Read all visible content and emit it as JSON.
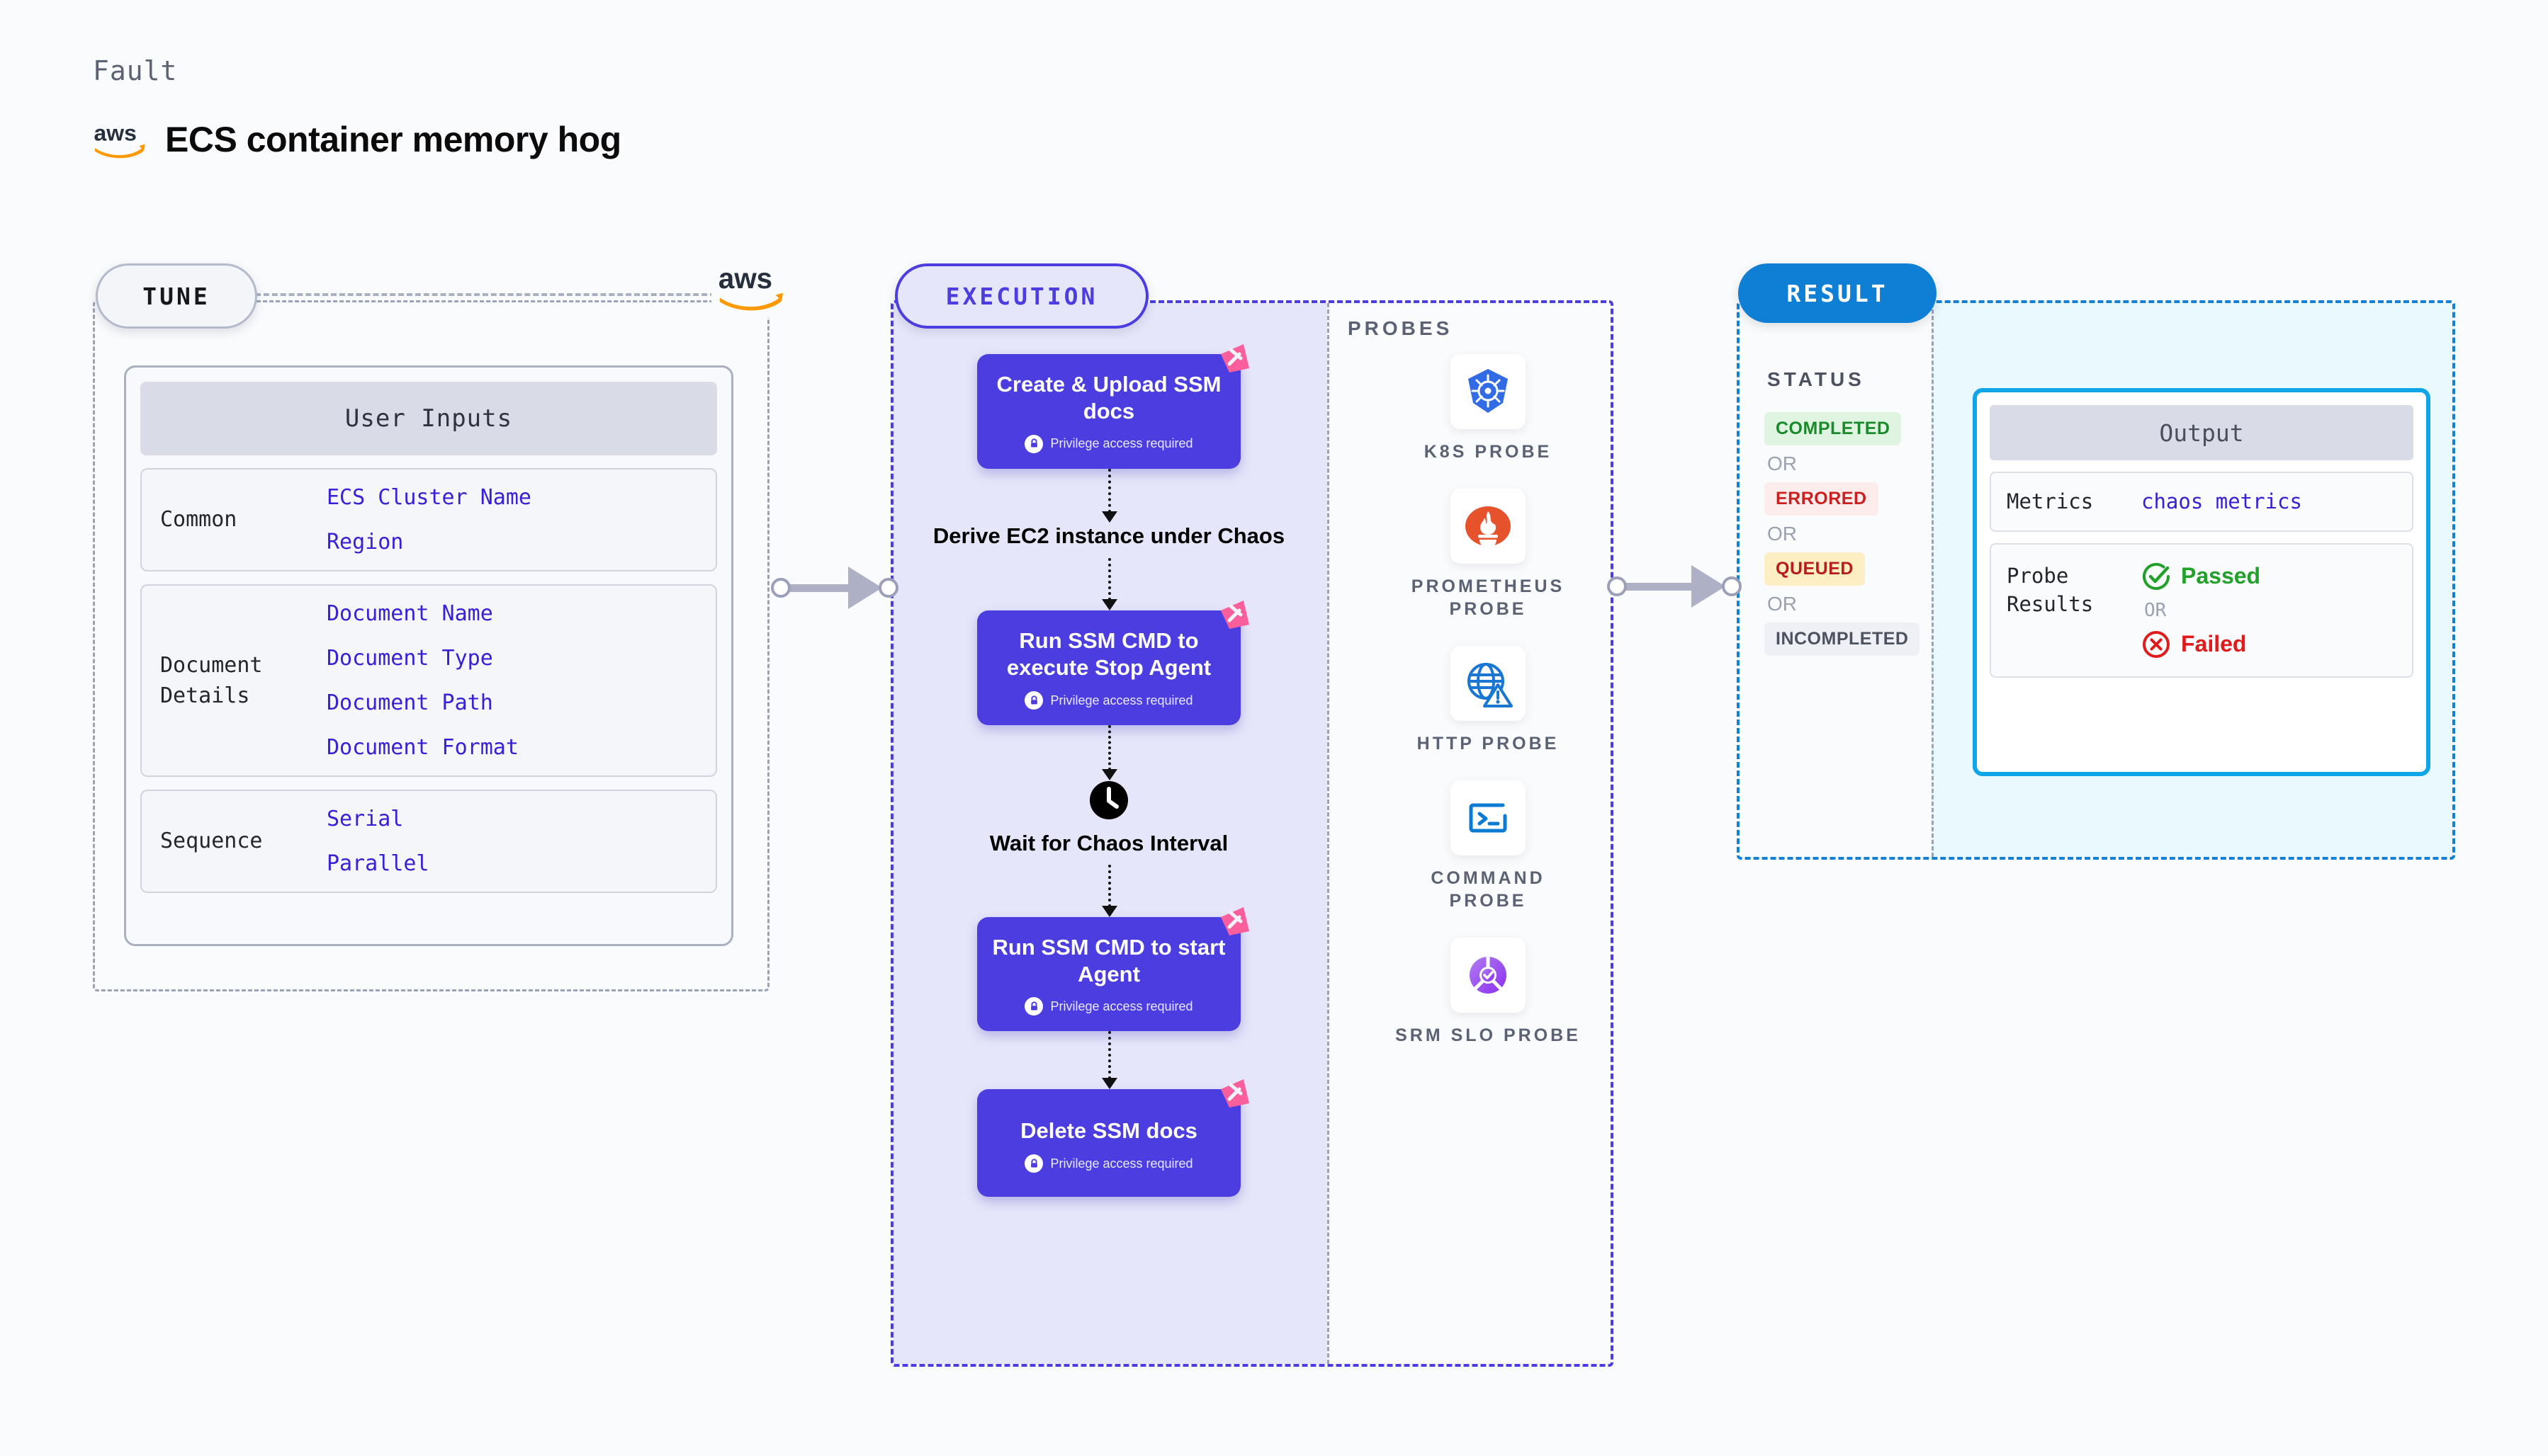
{
  "header": {
    "fault_label": "Fault",
    "title": "ECS container memory hog",
    "brand_icon": "aws-logo"
  },
  "tune": {
    "pill_label": "TUNE",
    "brand_icon": "aws-logo",
    "card_title": "User Inputs",
    "groups": [
      {
        "label": "Common",
        "values": [
          "ECS Cluster Name",
          "Region"
        ]
      },
      {
        "label": "Document\nDetails",
        "values": [
          "Document Name",
          "Document Type",
          "Document Path",
          "Document Format"
        ]
      },
      {
        "label": "Sequence",
        "values": [
          "Serial",
          "Parallel"
        ]
      }
    ]
  },
  "execution": {
    "pill_label": "EXECUTION",
    "privilege_note": "Privilege access required",
    "flow": [
      {
        "kind": "node",
        "title": "Create & Upload SSM docs",
        "privileged": true,
        "badge_icon": "harness-triangle-badge"
      },
      {
        "kind": "plain",
        "title": "Derive EC2 instance under Chaos"
      },
      {
        "kind": "node",
        "title": "Run SSM CMD to execute Stop Agent",
        "privileged": true,
        "badge_icon": "harness-triangle-badge"
      },
      {
        "kind": "clock",
        "title": "Wait for Chaos Interval",
        "icon": "clock-icon"
      },
      {
        "kind": "node",
        "title": "Run SSM CMD to start Agent",
        "privileged": true,
        "badge_icon": "harness-triangle-badge"
      },
      {
        "kind": "node",
        "title": "Delete SSM docs",
        "privileged": true,
        "badge_icon": "harness-triangle-badge"
      }
    ],
    "probes_label": "PROBES",
    "probes": [
      {
        "label": "K8S PROBE",
        "icon": "kubernetes-icon"
      },
      {
        "label": "PROMETHEUS PROBE",
        "icon": "prometheus-icon"
      },
      {
        "label": "HTTP PROBE",
        "icon": "http-globe-warning-icon"
      },
      {
        "label": "COMMAND PROBE",
        "icon": "terminal-icon"
      },
      {
        "label": "SRM SLO PROBE",
        "icon": "srm-slo-icon"
      }
    ]
  },
  "result": {
    "pill_label": "RESULT",
    "status_label": "STATUS",
    "or_label": "OR",
    "statuses": [
      {
        "label": "COMPLETED",
        "bg": "#dff5e1",
        "fg": "#1a8a2a"
      },
      {
        "label": "ERRORED",
        "bg": "#fdecec",
        "fg": "#cc1f1f"
      },
      {
        "label": "QUEUED",
        "bg": "#fdeec4",
        "fg": "#b91c1c"
      },
      {
        "label": "INCOMPLETED",
        "bg": "#eff0f5",
        "fg": "#4c5260"
      }
    ],
    "output": {
      "title": "Output",
      "metrics_label": "Metrics",
      "metrics_value": "chaos metrics",
      "probe_results_label": "Probe\nResults",
      "or_label": "OR",
      "passed_label": "Passed",
      "failed_label": "Failed",
      "passed_icon": "check-circle-icon",
      "failed_icon": "x-circle-icon"
    }
  },
  "colors": {
    "execution_accent": "#4b3de0",
    "result_accent": "#0e7fd4",
    "output_border": "#0ea5e9",
    "tune_border": "#9aa3b5",
    "badge_pink": "#fa5f9c",
    "link_blue": "#3621d6"
  }
}
